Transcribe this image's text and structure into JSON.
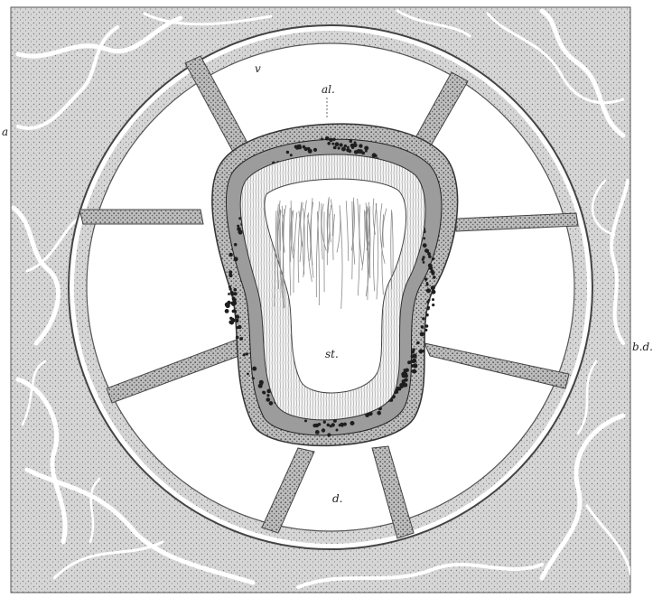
{
  "figure": {
    "labels": {
      "v": "v",
      "al": "al.",
      "st": "st.",
      "d": "d.",
      "side_right": "b.d.",
      "side_left": "a"
    },
    "colors": {
      "ink": "#2b2b2b",
      "tissue": "#dcdcdc",
      "paper": "#ffffff",
      "nucleus": "#1e1e1e"
    }
  }
}
